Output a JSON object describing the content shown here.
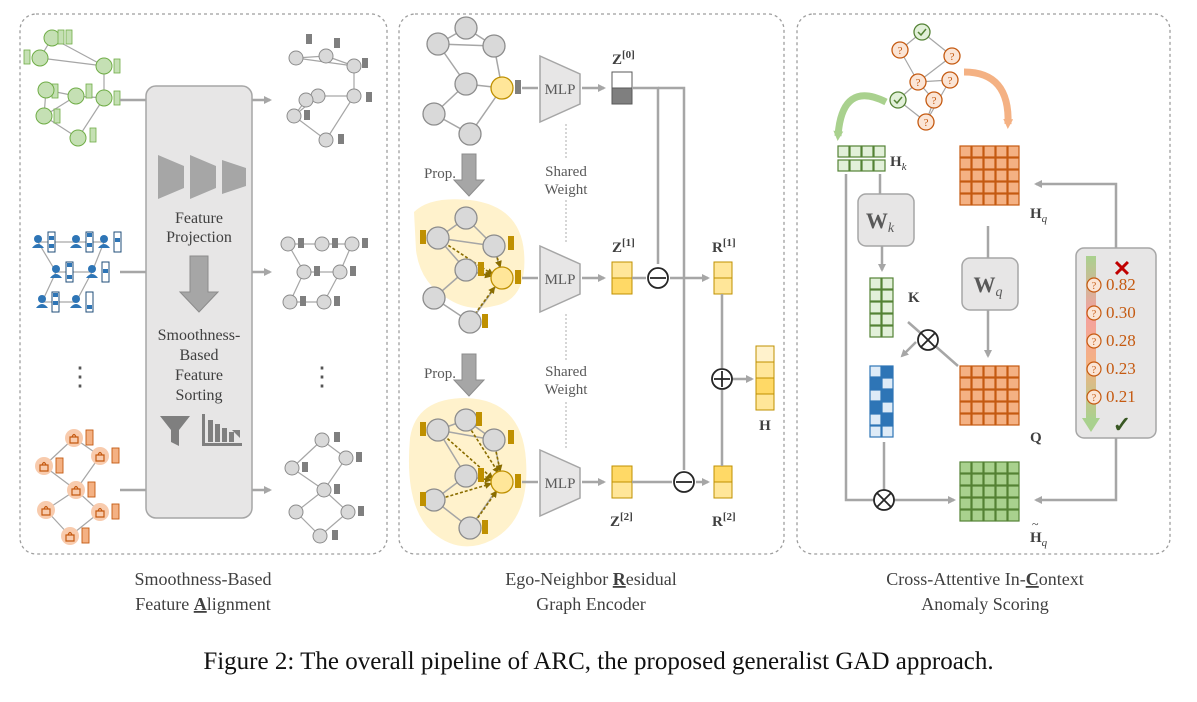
{
  "panels": {
    "alignment": {
      "caption_line1": "Smoothness-Based",
      "caption_line2_prefix": "Feature ",
      "caption_line2_letter": "A",
      "caption_line2_rest": "lignment",
      "box_label1_line1": "Feature",
      "box_label1_line2": "Projection",
      "box_label2_line1": "Smoothness-",
      "box_label2_line2": "Based",
      "box_label2_line3": "Feature",
      "box_label2_line4": "Sorting",
      "ellipsis": "⋮"
    },
    "encoder": {
      "caption_line1_prefix": "Ego-Neighbor ",
      "caption_line1_letter": "R",
      "caption_line1_rest": "esidual",
      "caption_line2": "Graph Encoder",
      "mlp_label": "MLP",
      "prop_label": "Prop.",
      "shared_line1": "Shared",
      "shared_line2": "Weight",
      "z_symbol": "Z",
      "z0_index": "[0]",
      "z1_index": "[1]",
      "z2_index": "[2]",
      "r_symbol": "R",
      "r1_index": "[1]",
      "r2_index": "[2]",
      "h_label": "H"
    },
    "scoring": {
      "caption_line1_prefix": "Cross-Attentive In-",
      "caption_line1_letter": "C",
      "caption_line1_rest": "ontext",
      "caption_line2": "Anomaly Scoring",
      "hk_symbol": "H",
      "hk_sub": "k",
      "hq_symbol": "H",
      "hq_sub": "q",
      "wk_symbol": "W",
      "wk_sub": "k",
      "wq_symbol": "W",
      "wq_sub": "q",
      "k_label": "K",
      "q_label": "Q",
      "htilde_symbol": "H",
      "htilde_sub": "q",
      "scores": [
        "0.82",
        "0.30",
        "0.28",
        "0.23",
        "0.21"
      ],
      "cross_mark": "✕",
      "check_mark": "✓",
      "question_mark": "?"
    }
  },
  "caption": "Figure 2: The overall pipeline of ARC, the proposed generalist GAD approach.",
  "colors": {
    "green": "#70ad47",
    "green_fill": "#e2f0d9",
    "blue": "#2e75b6",
    "orange": "#ed7d31",
    "yellow": "#ffd966",
    "yellow_stroke": "#bf9000",
    "gray": "#bfbfbf",
    "dark_red": "#c00000"
  }
}
